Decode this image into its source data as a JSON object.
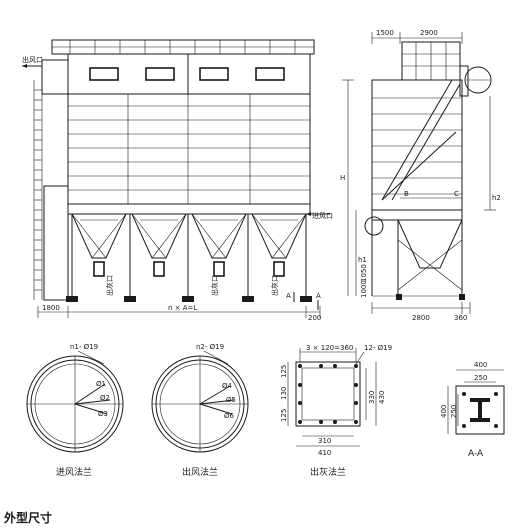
{
  "front_view": {
    "outlet_label": "出风口",
    "inlet_label": "进风口",
    "ash_label": "出灰口",
    "dim_left": "1800",
    "dim_length": "n × A=L",
    "dim_right": "200",
    "section_mark": "A"
  },
  "side_view": {
    "dim_top_left": "1500",
    "dim_top_right": "2900",
    "label_h": "H",
    "label_h1": "h1",
    "label_h2": "h2",
    "label_b": "B",
    "label_c": "C",
    "dim_1000": "1000",
    "dim_1050": "1050",
    "dim_bottom_left": "2800",
    "dim_bottom_right": "360"
  },
  "inlet_flange": {
    "holes_label": "n1- Ø19",
    "d1": "Ø1",
    "d2": "Ø2",
    "d3": "Ø3",
    "caption": "进风法兰"
  },
  "outlet_flange": {
    "holes_label": "n2- Ø19",
    "d4": "Ø4",
    "d5": "Ø5",
    "d6": "Ø6",
    "caption": "出风法兰"
  },
  "ash_flange": {
    "dim_top": "3 × 120=360",
    "holes_label": "12- Ø19",
    "dim_left_a": "125",
    "dim_left_b": "130",
    "dim_left_c": "125",
    "dim_right_inner": "330",
    "dim_right_outer": "430",
    "dim_bottom_inner": "310",
    "dim_bottom_outer": "410",
    "caption": "出灰法兰"
  },
  "section_aa": {
    "dim_top_outer": "400",
    "dim_top_inner": "250",
    "dim_left_outer": "400",
    "dim_left_inner": "250",
    "caption": "A-A"
  },
  "footer_title": "外型尺寸"
}
